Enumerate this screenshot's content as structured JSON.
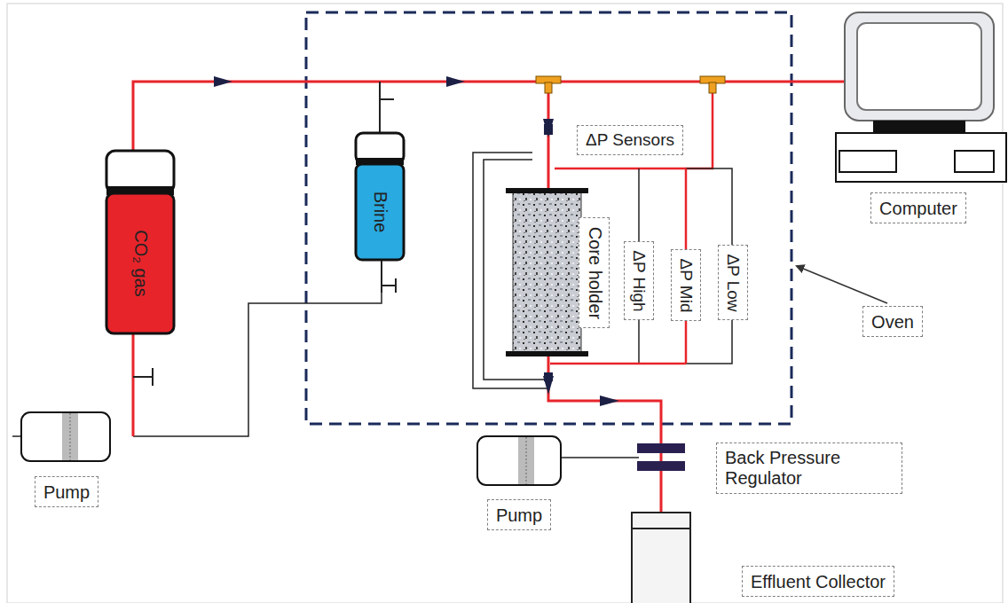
{
  "diagram": {
    "nodes": [
      {
        "text": [
          "CO₂ gas"
        ]
      },
      {
        "text": [
          "Brine"
        ]
      },
      {
        "text": [
          "ΔP Sensors"
        ]
      },
      {
        "text": [
          "Core holder"
        ]
      },
      {
        "text": [
          "ΔP High"
        ]
      },
      {
        "text": [
          "ΔP Mid"
        ]
      },
      {
        "text": [
          "ΔP Low"
        ]
      },
      {
        "text": [
          "Computer"
        ]
      },
      {
        "text": [
          "Oven"
        ]
      },
      {
        "text": [
          "Pump"
        ]
      },
      {
        "text": [
          "Pump"
        ]
      },
      {
        "text": [
          "Back Pressure Regulator"
        ]
      },
      {
        "text": [
          "Effluent Collector"
        ]
      }
    ]
  }
}
